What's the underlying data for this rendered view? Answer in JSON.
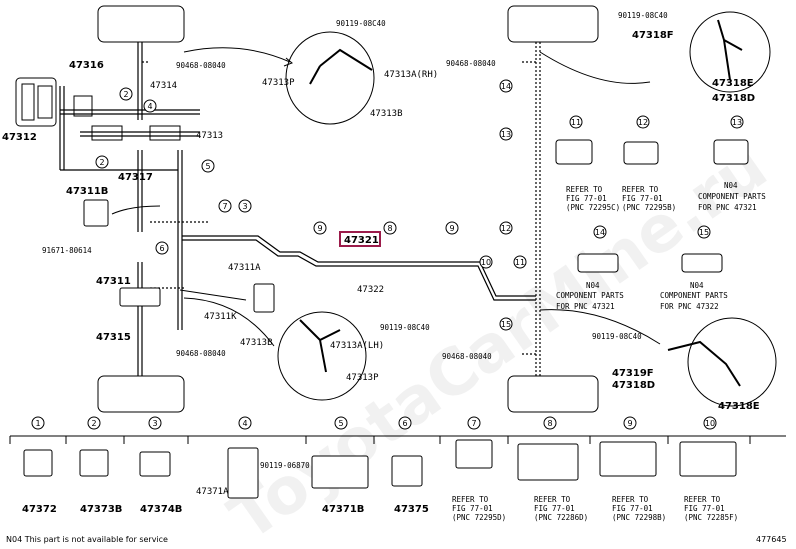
{
  "highlight_part": "47321",
  "labels": {
    "p47316": "47316",
    "p47312": "47312",
    "p47314": "47314",
    "p47313": "47313",
    "p47317": "47317",
    "p47311B": "47311B",
    "p91671": "91671-80614",
    "p47311": "47311",
    "p47311A": "47311A",
    "p47311K": "47311K",
    "p47315": "47315",
    "p47313B_l": "47313B",
    "p47313A_lh": "47313A(LH)",
    "p47313P_l": "47313P",
    "p90119_l": "90119-08C40",
    "p90468_tl": "90468-08040",
    "p90468_bl": "90468-08040",
    "p90119_top": "90119-08C40",
    "p47313P_top": "47313P",
    "p47313A_rh": "47313A(RH)",
    "p47313B_top": "47313B",
    "p47322": "47322",
    "p90468_tr": "90468-08040",
    "p90119_tr": "90119-08C40",
    "p47318F": "47318F",
    "p47318E_t": "47318E",
    "p47318D_t": "47318D",
    "p90468_br": "90468-08040",
    "p90119_br": "90119-08C40",
    "p47319F": "47319F",
    "p47318D_b": "47318D",
    "p47318E_b": "47318E",
    "refer": "REFER TO",
    "fig": "FIG 77-01",
    "pnc_72295C": "(PNC 72295C)",
    "pnc_72295B": "(PNC 72295B)",
    "n04": "N04",
    "component": "COMPONENT PARTS",
    "for_47321": "FOR PNC 47321",
    "for_47322": "FOR PNC 47322",
    "p47372": "47372",
    "p47373B": "47373B",
    "p47374B": "47374B",
    "p90119_06870": "90119-06870",
    "p47371A": "47371A",
    "p47371B": "47371B",
    "p47375": "47375",
    "pnc_72295D": "(PNC 72295D)",
    "pnc_72286D": "(PNC 72286D)",
    "pnc_72298B": "(PNC 72298B)",
    "pnc_72285F": "(PNC 72285F)"
  },
  "footer": {
    "note": "N04    This part is not available for service",
    "code": "477645"
  },
  "callouts": [
    "1",
    "2",
    "3",
    "4",
    "5",
    "6",
    "7",
    "8",
    "9",
    "10",
    "11",
    "12",
    "13",
    "14",
    "15"
  ]
}
